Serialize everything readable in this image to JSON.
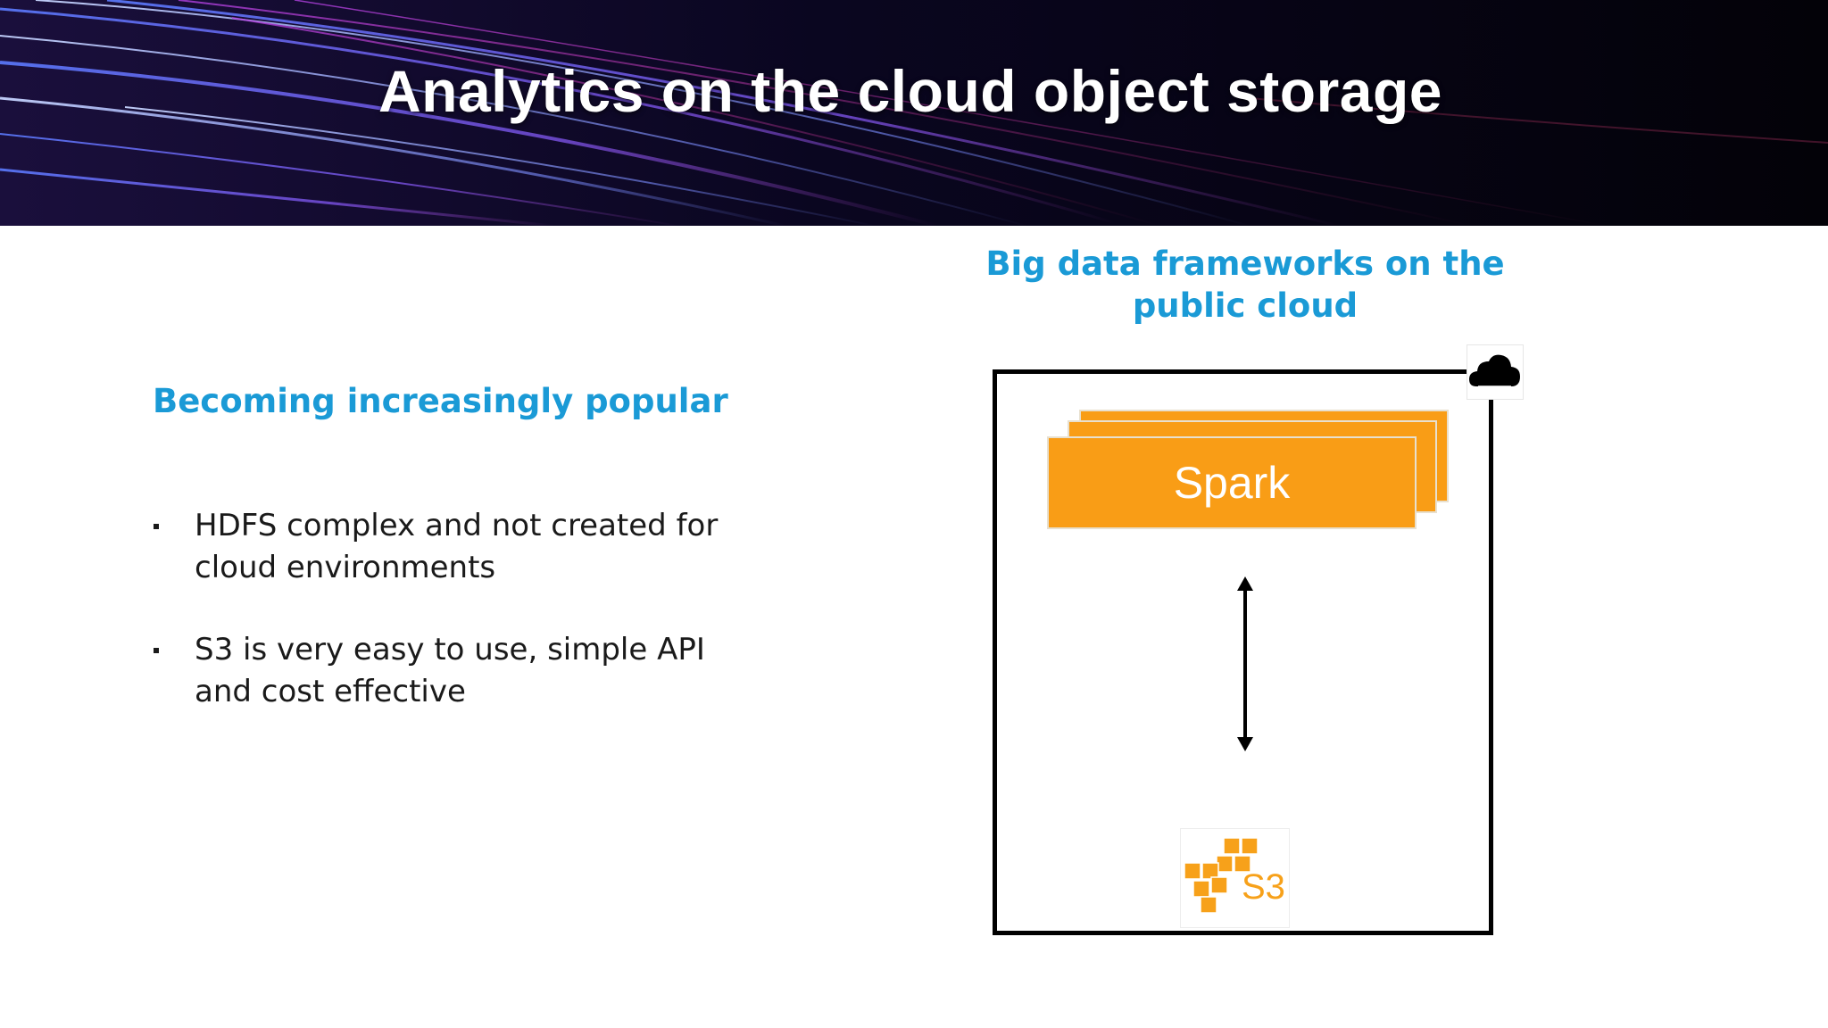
{
  "slide": {
    "title": "Analytics on the cloud object storage",
    "left_heading": "Becoming increasingly popular",
    "right_heading": "Big data frameworks on the public cloud",
    "bullets": [
      "HDFS complex and not created for cloud environments",
      "S3 is very easy to use, simple API and cost effective"
    ]
  },
  "diagram": {
    "framework_label": "Spark",
    "storage_logo_text": "S3",
    "cloud_icon": "cloud-icon",
    "arrow_icon": "bidirectional-arrow-icon",
    "storage_icon": "aws-s3-icon"
  },
  "colors": {
    "heading": "#1a9ad6",
    "spark": "#f99d16",
    "s3": "#f7a11a",
    "banner": "#05030c"
  }
}
